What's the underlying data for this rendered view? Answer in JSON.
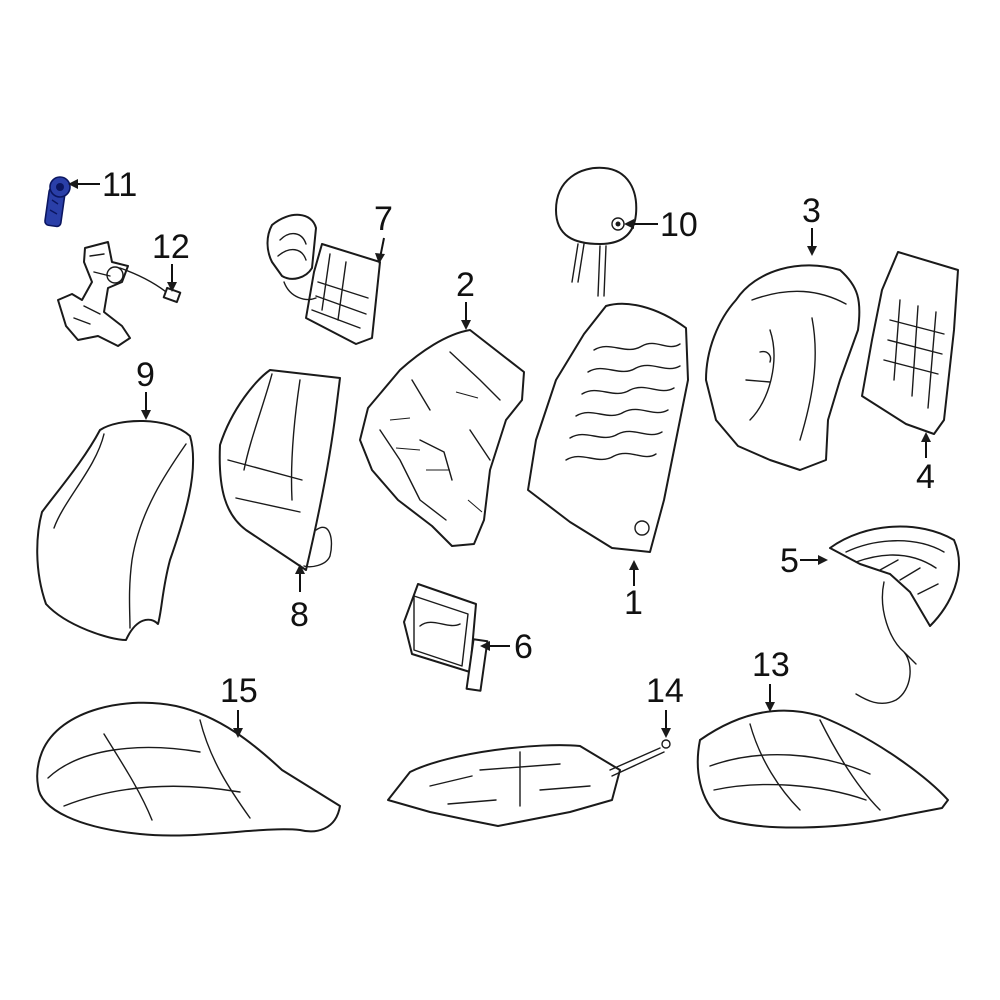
{
  "diagram": {
    "highlight_color": "#2a3fa8",
    "line_color": "#1a1a1a",
    "callouts": [
      {
        "id": "1",
        "label": "1"
      },
      {
        "id": "2",
        "label": "2"
      },
      {
        "id": "3",
        "label": "3"
      },
      {
        "id": "4",
        "label": "4"
      },
      {
        "id": "5",
        "label": "5"
      },
      {
        "id": "6",
        "label": "6"
      },
      {
        "id": "7",
        "label": "7"
      },
      {
        "id": "8",
        "label": "8"
      },
      {
        "id": "9",
        "label": "9"
      },
      {
        "id": "10",
        "label": "10"
      },
      {
        "id": "11",
        "label": "11"
      },
      {
        "id": "12",
        "label": "12"
      },
      {
        "id": "13",
        "label": "13"
      },
      {
        "id": "14",
        "label": "14"
      },
      {
        "id": "15",
        "label": "15"
      }
    ],
    "highlighted_part": "11"
  }
}
